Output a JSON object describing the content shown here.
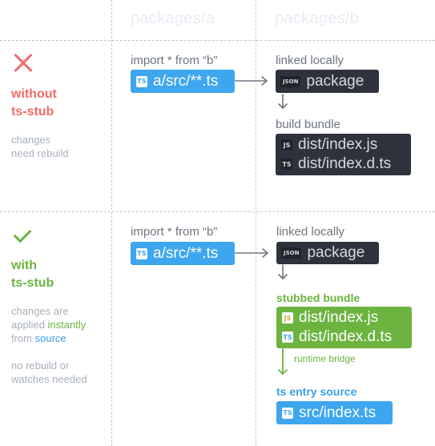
{
  "columns": {
    "col_a": "packages/a",
    "col_b": "packages/b"
  },
  "row1": {
    "title_line1": "without",
    "title_line2": "ts-stub",
    "desc_line1": "changes",
    "desc_line2": "need rebuild",
    "import_text": "import * from “b”",
    "source_badge": "TS",
    "source_file": "a/src/**.ts",
    "linked_label": "linked locally",
    "package_badge": "JSON",
    "package_text": "package",
    "bundle_label": "build bundle",
    "bundle_files": [
      {
        "badge": "JS",
        "name": "dist/index.js"
      },
      {
        "badge": "TS",
        "name": "dist/index.d.ts"
      }
    ]
  },
  "row2": {
    "title_line1": "with",
    "title_line2": "ts-stub",
    "desc_part1": "changes are",
    "desc_part2": "applied ",
    "desc_instantly": "instantly",
    "desc_part3": "from ",
    "desc_source": "source",
    "desc2_line1": "no rebuild or",
    "desc2_line2": "watches needed",
    "import_text": "import * from “b”",
    "source_badge": "TS",
    "source_file": "a/src/**.ts",
    "linked_label": "linked locally",
    "package_badge": "JSON",
    "package_text": "package",
    "stub_label": "stubbed bundle",
    "stub_files": [
      {
        "badge": "JS",
        "name": "dist/index.js"
      },
      {
        "badge": "TS",
        "name": "dist/index.d.ts"
      }
    ],
    "bridge_label": "runtime bridge",
    "entry_label": "ts entry source",
    "entry_badge": "TS",
    "entry_file": "src/index.ts"
  },
  "colors": {
    "red": "#f26b6b",
    "green": "#6cb33f",
    "blue": "#3ea6ee",
    "dark": "#2d323c",
    "gray": "#a8b0ba"
  },
  "icons": {
    "row1": "x-icon",
    "row2": "check-icon"
  }
}
